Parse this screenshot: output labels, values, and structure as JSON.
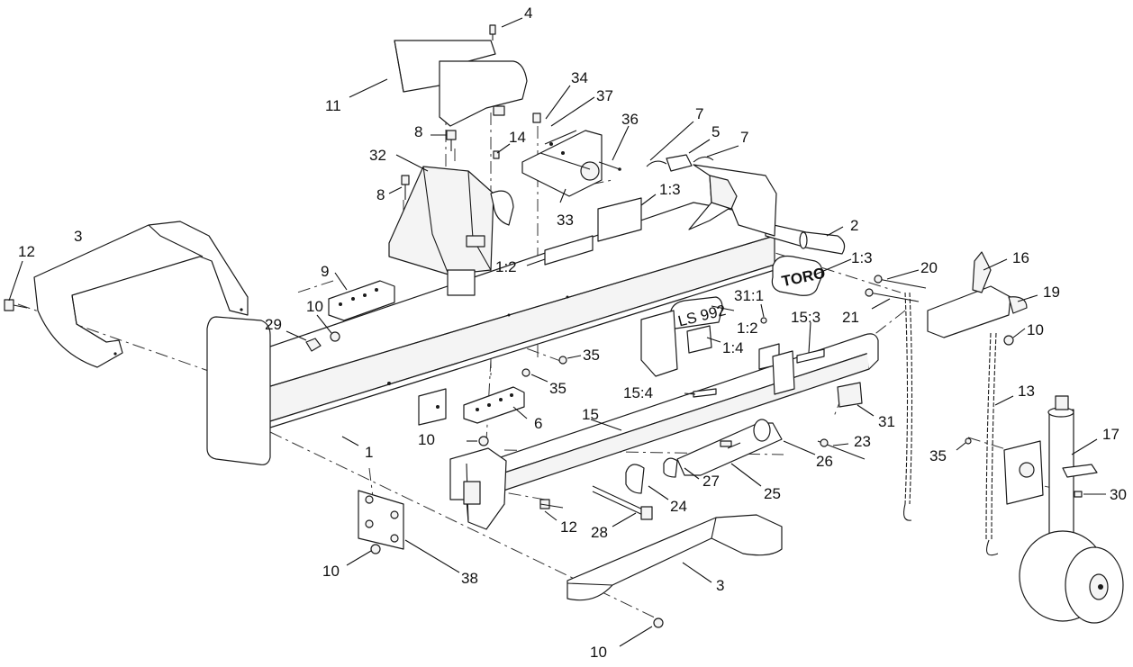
{
  "callouts": [
    {
      "id": "c4",
      "text": "4"
    },
    {
      "id": "c11",
      "text": "11"
    },
    {
      "id": "c34",
      "text": "34"
    },
    {
      "id": "c37",
      "text": "37"
    },
    {
      "id": "c36",
      "text": "36"
    },
    {
      "id": "c7a",
      "text": "7"
    },
    {
      "id": "c5",
      "text": "5"
    },
    {
      "id": "c7b",
      "text": "7"
    },
    {
      "id": "c8a",
      "text": "8"
    },
    {
      "id": "c14",
      "text": "14"
    },
    {
      "id": "c32",
      "text": "32"
    },
    {
      "id": "c8b",
      "text": "8"
    },
    {
      "id": "c13a",
      "text": "1:3"
    },
    {
      "id": "c33",
      "text": "33"
    },
    {
      "id": "c2",
      "text": "2"
    },
    {
      "id": "c3a",
      "text": "3"
    },
    {
      "id": "c12a",
      "text": "12"
    },
    {
      "id": "c13b",
      "text": "1:3"
    },
    {
      "id": "c20",
      "text": "20"
    },
    {
      "id": "c16",
      "text": "16"
    },
    {
      "id": "c12b",
      "text": "1:2"
    },
    {
      "id": "c9",
      "text": "9"
    },
    {
      "id": "c311",
      "text": "31:1"
    },
    {
      "id": "c19",
      "text": "19"
    },
    {
      "id": "c21",
      "text": "21"
    },
    {
      "id": "c10a",
      "text": "10"
    },
    {
      "id": "c29",
      "text": "29"
    },
    {
      "id": "c153",
      "text": "15:3"
    },
    {
      "id": "c12c",
      "text": "1:2"
    },
    {
      "id": "c10b",
      "text": "10"
    },
    {
      "id": "c14b",
      "text": "1:4"
    },
    {
      "id": "c35a",
      "text": "35"
    },
    {
      "id": "c35b",
      "text": "35"
    },
    {
      "id": "c154",
      "text": "15:4"
    },
    {
      "id": "c13",
      "text": "13"
    },
    {
      "id": "c31",
      "text": "31"
    },
    {
      "id": "c15",
      "text": "15"
    },
    {
      "id": "c6",
      "text": "6"
    },
    {
      "id": "c10c",
      "text": "10"
    },
    {
      "id": "c1",
      "text": "1"
    },
    {
      "id": "c23",
      "text": "23"
    },
    {
      "id": "c17",
      "text": "17"
    },
    {
      "id": "c26",
      "text": "26"
    },
    {
      "id": "c35c",
      "text": "35"
    },
    {
      "id": "c27",
      "text": "27"
    },
    {
      "id": "c25",
      "text": "25"
    },
    {
      "id": "c30",
      "text": "30"
    },
    {
      "id": "c24",
      "text": "24"
    },
    {
      "id": "c12d",
      "text": "12"
    },
    {
      "id": "c28",
      "text": "28"
    },
    {
      "id": "c10d",
      "text": "10"
    },
    {
      "id": "c38",
      "text": "38"
    },
    {
      "id": "c3b",
      "text": "3"
    },
    {
      "id": "c10e",
      "text": "10"
    }
  ],
  "decals": {
    "brand": "TORO",
    "model": "LS 992"
  },
  "colors": {
    "ink": "#1a1a1a",
    "part_fill": "#f4f4f4",
    "background": "#ffffff"
  }
}
